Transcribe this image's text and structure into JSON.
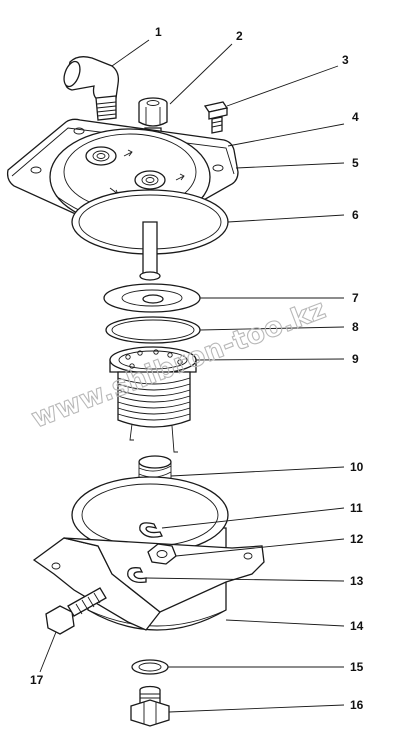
{
  "watermark": "www.shibron-too.kz",
  "callouts": [
    "1",
    "2",
    "3",
    "4",
    "5",
    "6",
    "7",
    "8",
    "9",
    "10",
    "11",
    "12",
    "13",
    "14",
    "15",
    "16",
    "17"
  ],
  "colors": {
    "ink": "#1a1a1a",
    "watermark": "#b8b8b8",
    "background": "#ffffff"
  }
}
